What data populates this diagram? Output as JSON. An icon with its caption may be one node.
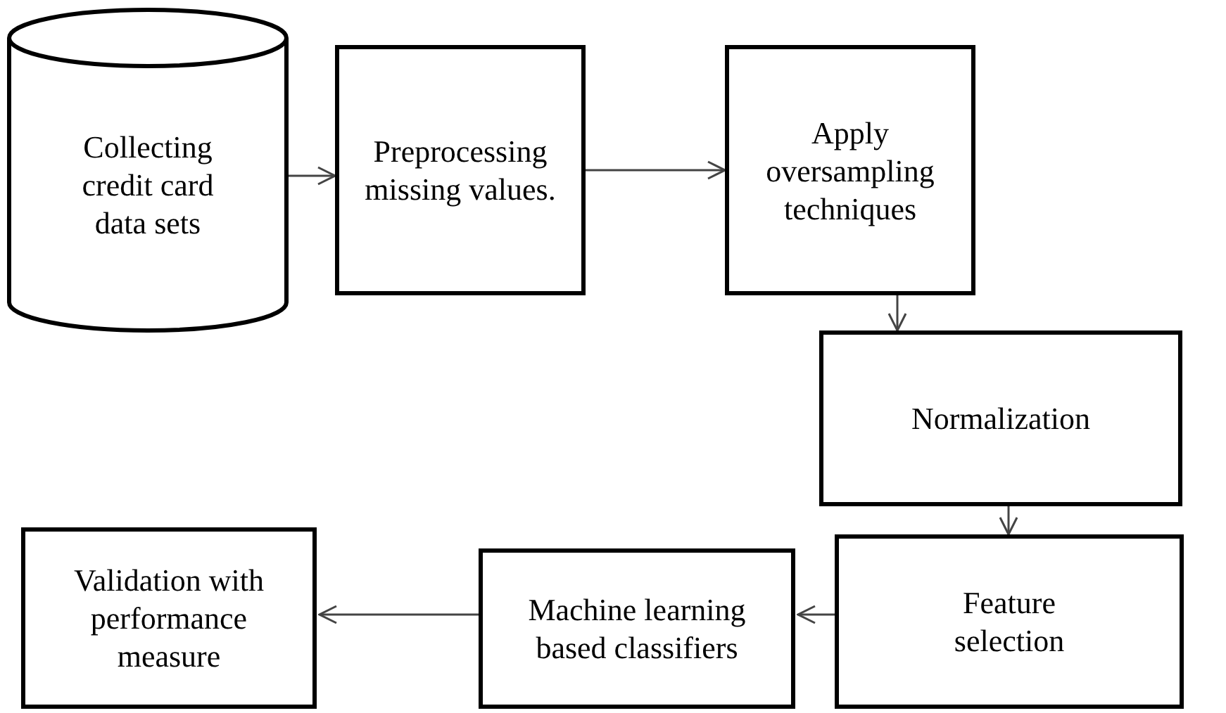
{
  "diagram": {
    "nodes": [
      {
        "text": [
          "Collecting credit card data sets"
        ]
      },
      {
        "text": [
          "Preprocessing missing values."
        ]
      },
      {
        "text": [
          "Apply oversampling techniques"
        ]
      },
      {
        "text": [
          "Normalization"
        ]
      },
      {
        "text": [
          "Feature selection"
        ]
      },
      {
        "text": [
          "Machine learning based classifiers"
        ]
      },
      {
        "text": [
          "Validation with performance measure"
        ]
      }
    ],
    "edges": [
      {
        "from": 0,
        "to": 1,
        "arrow": "to"
      },
      {
        "from": 1,
        "to": 2,
        "arrow": "to"
      },
      {
        "from": 2,
        "to": 3,
        "arrow": "to"
      },
      {
        "from": 3,
        "to": 4,
        "arrow": "to"
      },
      {
        "from": 4,
        "to": 5,
        "arrow": "to"
      },
      {
        "from": 5,
        "to": 6,
        "arrow": "to"
      }
    ]
  }
}
